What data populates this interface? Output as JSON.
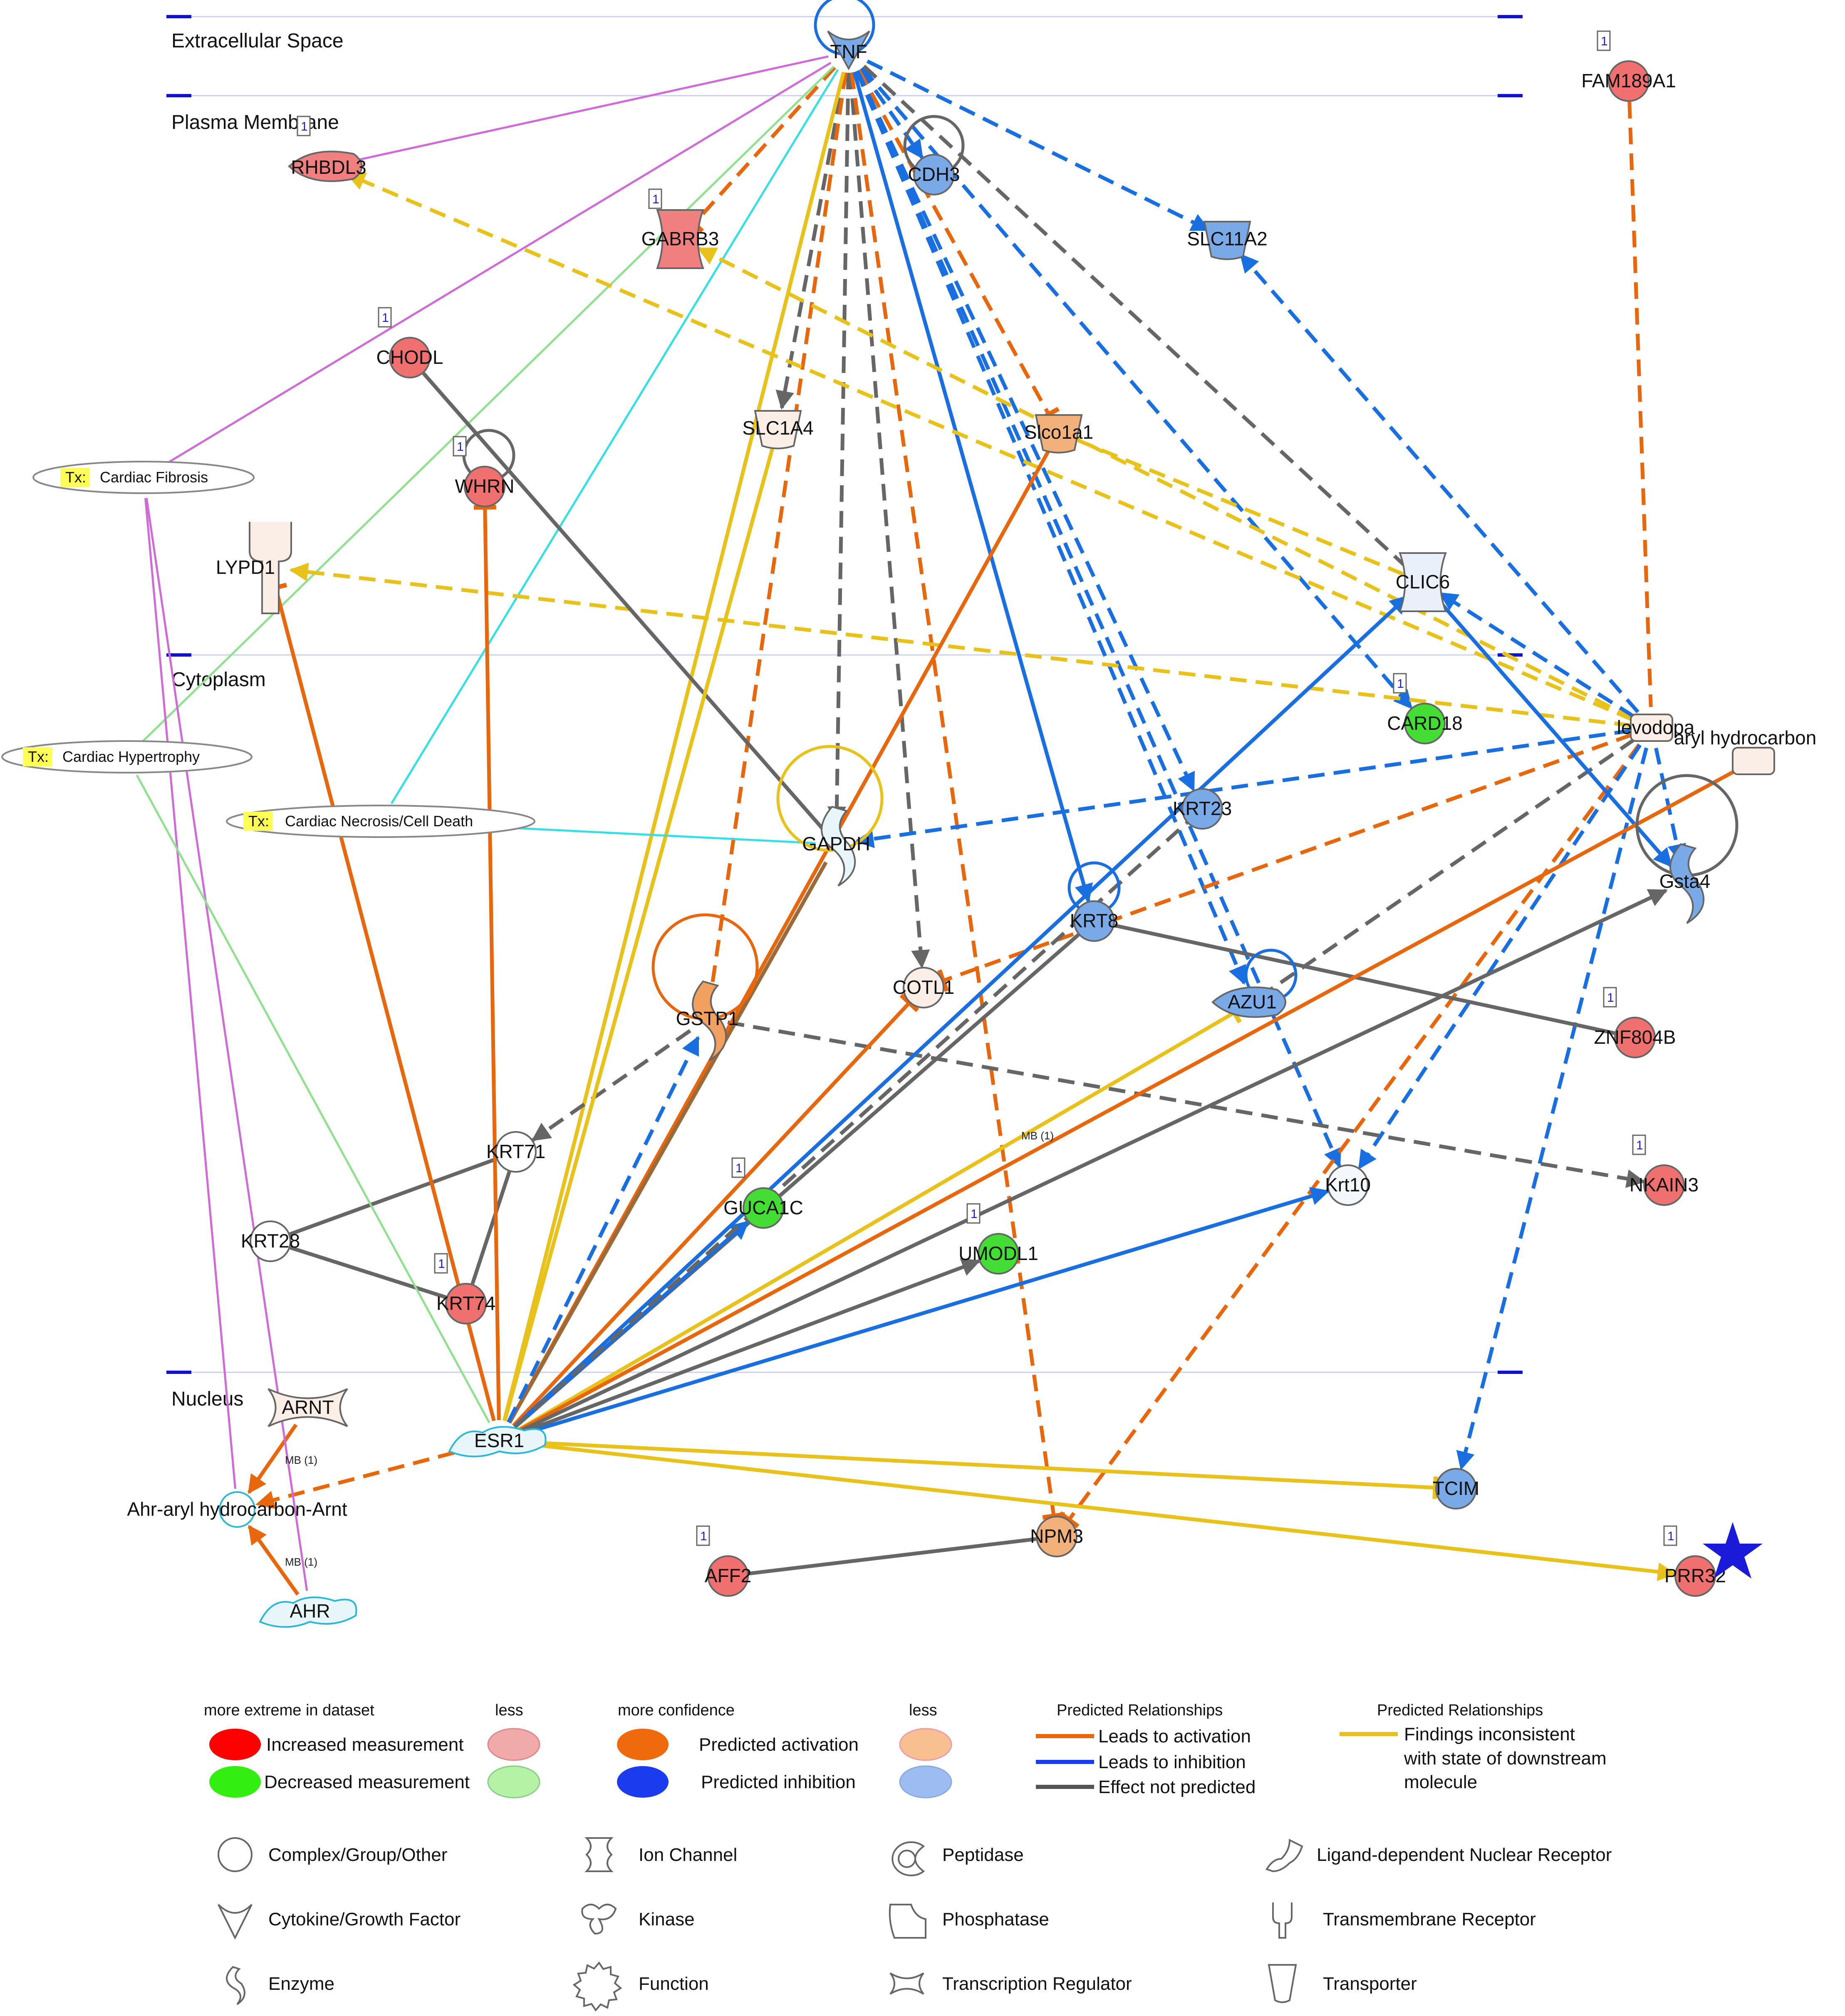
{
  "compartments": {
    "extracellular": "Extracellular Space",
    "plasma_membrane": "Plasma Membrane",
    "cytoplasm": "Cytoplasm",
    "nucleus": "Nucleus"
  },
  "functions": {
    "tx": "Tx:",
    "cardiac_fibrosis": "Cardiac Fibrosis",
    "cardiac_hypertrophy": "Cardiac Hypertrophy",
    "cardiac_necrosis": "Cardiac Necrosis/Cell Death"
  },
  "edge_labels": {
    "mb": "MB (1)"
  },
  "count_badge": "1",
  "nodes": [
    {
      "id": "TNF",
      "label": "TNF",
      "shape": "cytokine",
      "color": "#7aa9e8",
      "badge": false
    },
    {
      "id": "FAM189A1",
      "label": "FAM189A1",
      "shape": "circle",
      "color": "#f07070",
      "badge": true
    },
    {
      "id": "RHBDL3",
      "label": "RHBDL3",
      "shape": "peptidase",
      "color": "#f08080",
      "badge": true
    },
    {
      "id": "GABRB3",
      "label": "GABRB3",
      "shape": "ion",
      "color": "#f08080",
      "badge": true
    },
    {
      "id": "CDH3",
      "label": "CDH3",
      "shape": "circle",
      "color": "#7aa9e8",
      "badge": false
    },
    {
      "id": "SLC11A2",
      "label": "SLC11A2",
      "shape": "transporter",
      "color": "#7aa9e8",
      "badge": false
    },
    {
      "id": "CHODL",
      "label": "CHODL",
      "shape": "circle",
      "color": "#f07070",
      "badge": true
    },
    {
      "id": "SLC1A4",
      "label": "SLC1A4",
      "shape": "transporter",
      "color": "#fbeee6",
      "badge": false
    },
    {
      "id": "Slco1a1",
      "label": "Slco1a1",
      "shape": "transporter",
      "color": "#f2b07a",
      "badge": false
    },
    {
      "id": "WHRN",
      "label": "WHRN",
      "shape": "circle",
      "color": "#f07070",
      "badge": true
    },
    {
      "id": "LYPD1",
      "label": "LYPD1",
      "shape": "receptor",
      "color": "#fbeee6",
      "badge": false
    },
    {
      "id": "CLIC6",
      "label": "CLIC6",
      "shape": "ion",
      "color": "#e8f0fa",
      "badge": false
    },
    {
      "id": "CARD18",
      "label": "CARD18",
      "shape": "circle",
      "color": "#44dd33",
      "badge": true
    },
    {
      "id": "levodopa",
      "label": "levodopa",
      "shape": "chem",
      "color": "#fbeee6",
      "badge": false
    },
    {
      "id": "arylhydrocarbon",
      "label": "aryl hydrocarbon",
      "shape": "chem",
      "color": "#fbeee6",
      "badge": false
    },
    {
      "id": "KRT23",
      "label": "KRT23",
      "shape": "circle",
      "color": "#7aa9e8",
      "badge": false
    },
    {
      "id": "GAPDH",
      "label": "GAPDH",
      "shape": "enzyme",
      "color": "#e8f6fa",
      "badge": false
    },
    {
      "id": "Gsta4",
      "label": "Gsta4",
      "shape": "enzyme",
      "color": "#7aa9e8",
      "badge": false
    },
    {
      "id": "KRT8",
      "label": "KRT8",
      "shape": "circle",
      "color": "#7aa9e8",
      "badge": false
    },
    {
      "id": "COTL1",
      "label": "COTL1",
      "shape": "circle",
      "color": "#fbeee6",
      "badge": false
    },
    {
      "id": "GSTP1",
      "label": "GSTP1",
      "shape": "enzyme",
      "color": "#f2a060",
      "badge": false
    },
    {
      "id": "AZU1",
      "label": "AZU1",
      "shape": "peptidase",
      "color": "#7aa9e8",
      "badge": false
    },
    {
      "id": "ZNF804B",
      "label": "ZNF804B",
      "shape": "circle",
      "color": "#f07070",
      "badge": true
    },
    {
      "id": "KRT71",
      "label": "KRT71",
      "shape": "circle",
      "color": "#ffffff",
      "badge": false
    },
    {
      "id": "NKAIN3",
      "label": "NKAIN3",
      "shape": "circle",
      "color": "#f07070",
      "badge": true
    },
    {
      "id": "GUCA1C",
      "label": "GUCA1C",
      "shape": "circle",
      "color": "#44dd33",
      "badge": true
    },
    {
      "id": "Krt10",
      "label": "Krt10",
      "shape": "circle",
      "color": "#f4f7fb",
      "badge": false
    },
    {
      "id": "UMODL1",
      "label": "UMODL1",
      "shape": "circle",
      "color": "#44dd33",
      "badge": true
    },
    {
      "id": "KRT28",
      "label": "KRT28",
      "shape": "circle",
      "color": "#ffffff",
      "badge": false
    },
    {
      "id": "KRT74",
      "label": "KRT74",
      "shape": "circle",
      "color": "#f07070",
      "badge": true
    },
    {
      "id": "ARNT",
      "label": "ARNT",
      "shape": "txreg",
      "color": "#fbeee6",
      "badge": false
    },
    {
      "id": "ESR1",
      "label": "ESR1",
      "shape": "nuclear",
      "color": "#e8f6fa",
      "badge": false
    },
    {
      "id": "AhrComplex",
      "label": "Ahr-aryl hydrocarbon-Arnt",
      "shape": "complex",
      "color": "#e8f6fa",
      "badge": false
    },
    {
      "id": "TCIM",
      "label": "TCIM",
      "shape": "circle",
      "color": "#7aa9e8",
      "badge": false
    },
    {
      "id": "AFF2",
      "label": "AFF2",
      "shape": "circle",
      "color": "#f07070",
      "badge": true
    },
    {
      "id": "NPM3",
      "label": "NPM3",
      "shape": "circle",
      "color": "#f2b07a",
      "badge": false
    },
    {
      "id": "PRR32",
      "label": "PRR32",
      "shape": "circle",
      "color": "#f07070",
      "badge": true
    },
    {
      "id": "AHR",
      "label": "AHR",
      "shape": "nuclear",
      "color": "#e8f6fa",
      "badge": false
    }
  ],
  "legend": {
    "more_extreme": "more extreme in dataset",
    "less": "less",
    "more_confidence": "more confidence",
    "increased": "Increased measurement",
    "decreased": "Decreased measurement",
    "pred_activation": "Predicted activation",
    "pred_inhibition": "Predicted inhibition",
    "pred_relationships": "Predicted Relationships",
    "leads_activation": "Leads to activation",
    "leads_inhibition": "Leads to inhibition",
    "effect_not_predicted": "Effect not predicted",
    "findings_1": "Findings inconsistent",
    "findings_2": "with state of downstream",
    "findings_3": "molecule",
    "shapes": {
      "complex": "Complex/Group/Other",
      "ion_channel": "Ion Channel",
      "peptidase": "Peptidase",
      "ligand_receptor": "Ligand-dependent Nuclear Receptor",
      "cytokine": "Cytokine/Growth Factor",
      "kinase": "Kinase",
      "phosphatase": "Phosphatase",
      "transmembrane": "Transmembrane Receptor",
      "enzyme": "Enzyme",
      "function": "Function",
      "transcription": "Transcription Regulator",
      "transporter": "Transporter"
    }
  },
  "colors": {
    "activation": "#e8670c",
    "inhibition": "#1a6fe0",
    "not_predicted": "#666666",
    "inconsistent": "#e8c21a",
    "function_link": "#d06ad8",
    "cyan_link": "#33e0e6",
    "green_link": "#8fe08f",
    "star": "#1a1ad8"
  }
}
